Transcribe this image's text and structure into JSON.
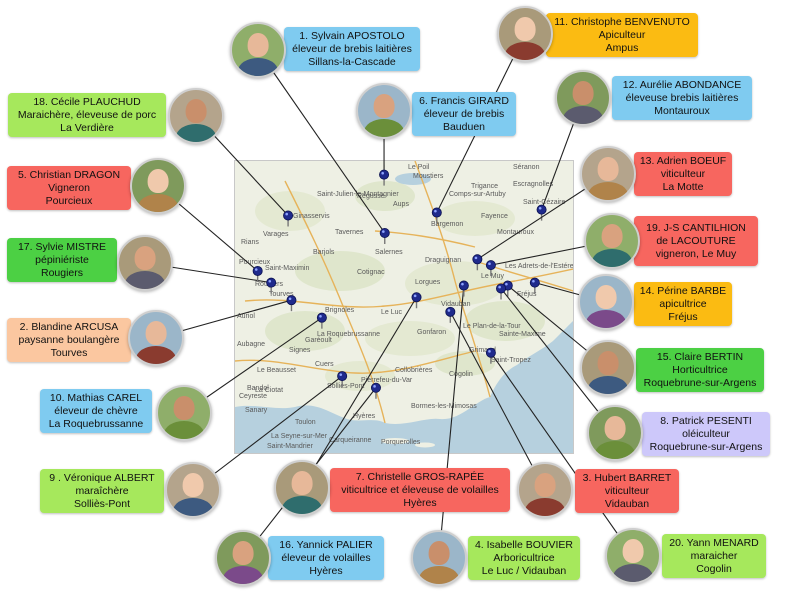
{
  "colors": {
    "blue": "#7fcbf0",
    "green": "#4cd044",
    "lime": "#a6e85c",
    "red": "#f7665f",
    "orange": "#fbbb12",
    "peach": "#fbc7a0",
    "lavender": "#cdc8fa",
    "line": "#222222",
    "pin": "#1f2a8c",
    "sea": "#b6d0de",
    "land": "#eef0e4"
  },
  "map": {
    "places": [
      "Le Poil",
      "Moustiers",
      "Saint-Julien-le-Montagnier",
      "Régusse",
      "Aups",
      "Comps-sur-Artuby",
      "Trigance",
      "Séranon",
      "Escragnolles",
      "Saint-Cézaire",
      "Ginasservis",
      "Barjols",
      "Varages",
      "Rians",
      "Tavernes",
      "Salernes",
      "Cotignac",
      "Bargemon",
      "Fayence",
      "Montauroux",
      "Draguignan",
      "Saint-Maximin",
      "Brignoles",
      "Le Luc",
      "Vidauban",
      "Lorgues",
      "Le Muy",
      "Fréjus",
      "Les Adrets-de-l'Estérel",
      "Pourcieux",
      "Rougiers",
      "Tourves",
      "La Roquebrussanne",
      "Garéoult",
      "Signes",
      "Gonfaron",
      "Cogolin",
      "Saint-Tropez",
      "Sainte-Maxime",
      "Grimaud",
      "Le Plan-de-la-Tour",
      "Solliès-Pont",
      "Cuers",
      "Pierrefeu-du-Var",
      "Collobrières",
      "Bormes-les-Mimosas",
      "Toulon",
      "Hyères",
      "La Seyne-sur-Mer",
      "Sanary",
      "Bandol",
      "Le Beausset",
      "Carqueiranne",
      "Porquerolles",
      "Saint-Mandrier",
      "Auriol",
      "Aubagne",
      "La Ciotat",
      "Ceyreste"
    ]
  },
  "producers": [
    {
      "key": "p1",
      "number": "1.",
      "name": "Sylvain APOSTOLO",
      "lines": [
        "1. Sylvain APOSTOLO",
        "éleveur de brebis laitières",
        "Sillans-la-Cascade"
      ],
      "color": "blue",
      "face_icon": "man-portrait",
      "pin": [
        0.446,
        0.25
      ]
    },
    {
      "key": "p6",
      "number": "6.",
      "name": "Francis GIRARD",
      "lines": [
        "6. Francis GIRARD",
        "éleveur de brebis",
        "Bauduen"
      ],
      "color": "blue",
      "face_icon": "man-portrait",
      "pin": [
        0.444,
        0.05
      ]
    },
    {
      "key": "p11",
      "number": "11.",
      "name": "Christophe BENVENUTO",
      "lines": [
        "11. Christophe BENVENUTO",
        "Apiculteur",
        "Ampus"
      ],
      "color": "orange",
      "face_icon": "man-portrait",
      "pin": [
        0.6,
        0.18
      ]
    },
    {
      "key": "p12",
      "number": "12.",
      "name": "Aurélie ABONDANCE",
      "lines": [
        "12. Aurélie ABONDANCE",
        "éleveuse brebis laitières",
        "Montauroux"
      ],
      "color": "blue",
      "face_icon": "woman-portrait",
      "pin": [
        0.91,
        0.17
      ]
    },
    {
      "key": "p13",
      "number": "13.",
      "name": "Adrien BOEUF",
      "lines": [
        "13. Adrien BOEUF",
        "viticulteur",
        "La Motte"
      ],
      "color": "red",
      "face_icon": "man-portrait",
      "pin": [
        0.72,
        0.34
      ]
    },
    {
      "key": "p19",
      "number": "19.",
      "name": "J-S CANTILHION de LACOUTURE",
      "lines": [
        "19. J-S CANTILHION",
        "de LACOUTURE",
        "vigneron, Le Muy"
      ],
      "color": "red",
      "face_icon": "man-portrait",
      "pin": [
        0.76,
        0.36
      ]
    },
    {
      "key": "p14",
      "number": "14.",
      "name": "Périne BARBE",
      "lines": [
        "14. Périne BARBE",
        "apicultrice",
        "Fréjus"
      ],
      "color": "orange",
      "face_icon": "woman-portrait",
      "pin": [
        0.89,
        0.42
      ]
    },
    {
      "key": "p15",
      "number": "15.",
      "name": "Claire BERTIN",
      "lines": [
        "15. Claire BERTIN",
        "Horticultrice",
        "Roquebrune-sur-Argens"
      ],
      "color": "green",
      "face_icon": "woman-portrait",
      "pin": [
        0.81,
        0.43
      ]
    },
    {
      "key": "p8",
      "number": "8.",
      "name": "Patrick PESENTI",
      "lines": [
        "8. Patrick PESENTI",
        "oléiculteur",
        "Roquebrune-sur-Argens"
      ],
      "color": "lavender",
      "face_icon": "man-portrait",
      "pin": [
        0.79,
        0.44
      ]
    },
    {
      "key": "p3",
      "number": "3.",
      "name": "Hubert BARRET",
      "lines": [
        "3. Hubert BARRET",
        "viticulteur",
        "Vidauban"
      ],
      "color": "red",
      "face_icon": "man-portrait",
      "pin": [
        0.64,
        0.52
      ]
    },
    {
      "key": "p20",
      "number": "20.",
      "name": "Yann MENARD",
      "lines": [
        "20. Yann MENARD",
        "maraicher",
        "Cogolin"
      ],
      "color": "lime",
      "face_icon": "man-portrait",
      "pin": [
        0.76,
        0.66
      ]
    },
    {
      "key": "p4",
      "number": "4.",
      "name": "Isabelle BOUVIER",
      "lines": [
        "4. Isabelle BOUVIER",
        "Arboricultrice",
        "Le Luc / Vidauban"
      ],
      "color": "lime",
      "face_icon": "woman-portrait",
      "pin": [
        0.68,
        0.43
      ]
    },
    {
      "key": "p7",
      "number": "7.",
      "name": "Christelle GROS-RAPÉE",
      "lines": [
        "7. Christelle GROS-RAPÉE",
        "viticultrice et éleveuse de volailles",
        "Hyères"
      ],
      "color": "red",
      "face_icon": "woman-portrait",
      "pin": [
        0.54,
        0.47
      ]
    },
    {
      "key": "p16",
      "number": "16.",
      "name": "Yannick PALIER",
      "lines": [
        "16. Yannick PALIER",
        "éleveur de volailles",
        "Hyères"
      ],
      "color": "blue",
      "face_icon": "man-portrait",
      "pin": [
        0.42,
        0.78
      ]
    },
    {
      "key": "p9",
      "number": "9 .",
      "name": "Véronique ALBERT",
      "lines": [
        "9 . Véronique ALBERT",
        "maraîchère",
        "Solliès-Pont"
      ],
      "color": "lime",
      "face_icon": "woman-portrait",
      "pin": [
        0.32,
        0.74
      ]
    },
    {
      "key": "p10",
      "number": "10.",
      "name": "Mathias CAREL",
      "lines": [
        "10. Mathias CAREL",
        "éleveur de chèvre",
        "La Roquebrussanne"
      ],
      "color": "blue",
      "face_icon": "man-portrait",
      "pin": [
        0.26,
        0.54
      ]
    },
    {
      "key": "p2",
      "number": "2.",
      "name": "Blandine ARCUSA",
      "lines": [
        "2. Blandine ARCUSA",
        "paysanne boulangère",
        "Tourves"
      ],
      "color": "peach",
      "face_icon": "woman-portrait",
      "pin": [
        0.17,
        0.48
      ]
    },
    {
      "key": "p17",
      "number": "17.",
      "name": "Sylvie MISTRE",
      "lines": [
        "17. Sylvie MISTRE",
        "pépiniériste",
        "Rougiers"
      ],
      "color": "green",
      "face_icon": "woman-portrait",
      "pin": [
        0.11,
        0.42
      ]
    },
    {
      "key": "p5",
      "number": "5.",
      "name": "Christian DRAGON",
      "lines": [
        "5. Christian DRAGON",
        "Vigneron",
        "Pourcieux"
      ],
      "color": "red",
      "face_icon": "man-portrait",
      "pin": [
        0.07,
        0.38
      ]
    },
    {
      "key": "p18",
      "number": "18.",
      "name": "Cécile PLAUCHUD",
      "lines": [
        "18. Cécile PLAUCHUD",
        "Maraichère, éleveuse de porc",
        "La Verdière"
      ],
      "color": "lime",
      "face_icon": "woman-portrait",
      "pin": [
        0.16,
        0.19
      ]
    }
  ]
}
